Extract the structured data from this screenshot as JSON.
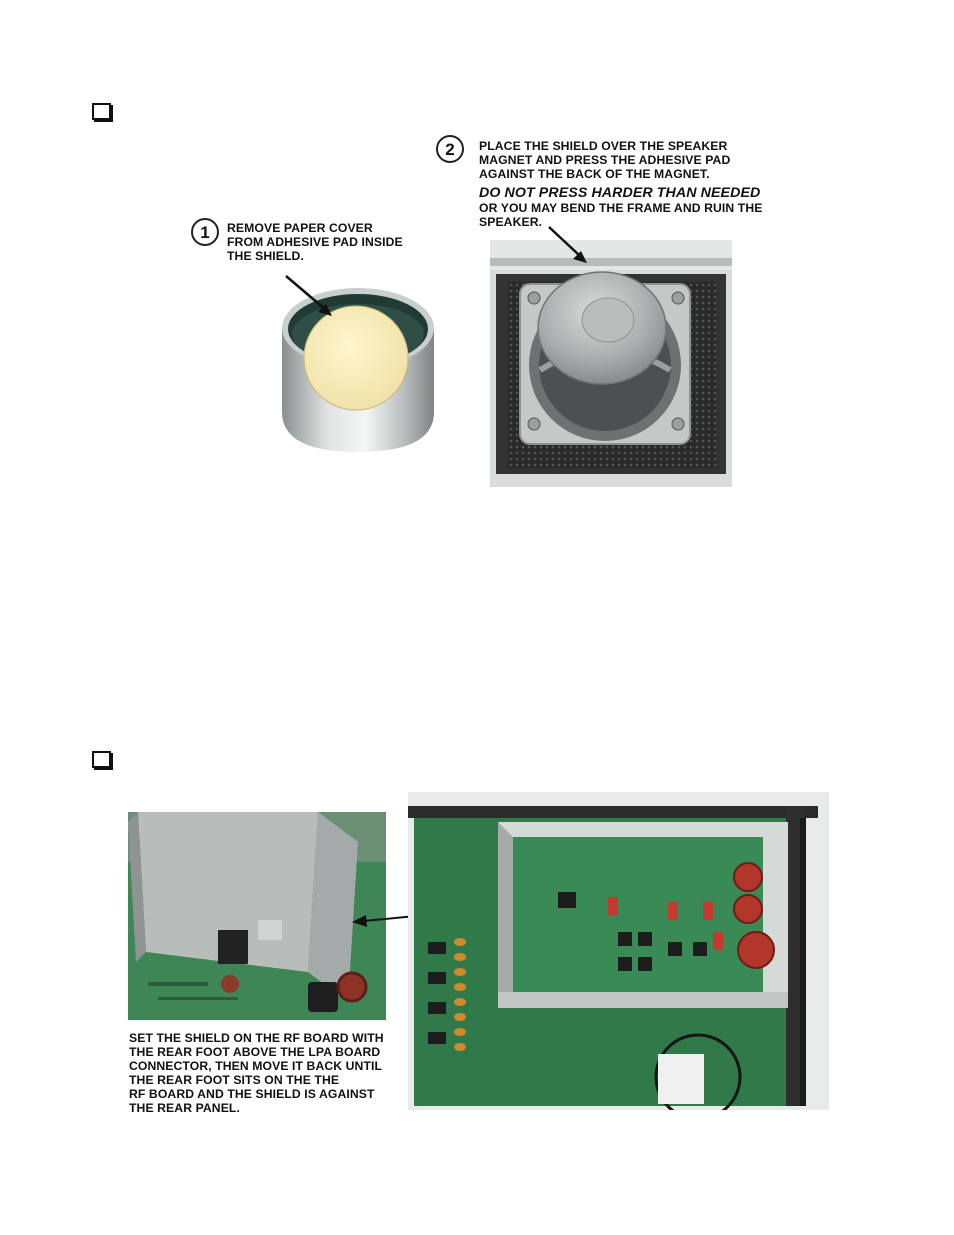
{
  "section1": {
    "step1": {
      "number": "1",
      "lines": [
        "REMOVE PAPER COVER",
        "FROM ADHESIVE PAD INSIDE",
        "THE SHIELD."
      ]
    },
    "step2": {
      "number": "2",
      "lines": [
        "PLACE THE SHIELD OVER THE SPEAKER",
        "MAGNET AND PRESS THE ADHESIVE PAD",
        "AGAINST THE BACK OF THE MAGNET."
      ],
      "warning": "DO NOT PRESS HARDER THAN NEEDED",
      "tail": [
        "OR YOU MAY BEND THE FRAME AND RUIN THE",
        "SPEAKER."
      ]
    }
  },
  "section2": {
    "caption": [
      "SET THE SHIELD ON THE RF BOARD WITH",
      "THE REAR FOOT ABOVE THE LPA BOARD",
      "CONNECTOR, THEN MOVE IT BACK UNTIL",
      "THE REAR FOOT SITS ON THE THE",
      "RF BOARD AND THE SHIELD IS AGAINST",
      "THE REAR PANEL."
    ]
  },
  "icons": {
    "checkbox": "checkbox-icon",
    "arrow": "arrow-icon"
  }
}
